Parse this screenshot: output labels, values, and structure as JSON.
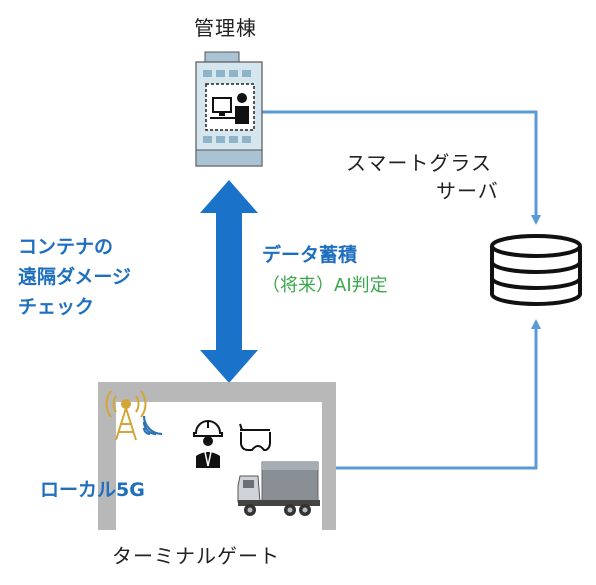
{
  "labels": {
    "admin_building": "管理棟",
    "smartglass_server_line1": "スマートグラス",
    "smartglass_server_line2": "サーバ",
    "container_check_line1": "コンテナの",
    "container_check_line2": "遠隔ダメージ",
    "container_check_line3": "チェック",
    "data_storage": "データ蓄積",
    "ai_judgement": "（将来）AI判定",
    "local_5g": "ローカル5G",
    "terminal_gate": "ターミナルゲート"
  },
  "icons": [
    "office-building-icon",
    "database-icon",
    "antenna-icon",
    "worker-icon",
    "smartglasses-icon",
    "truck-icon"
  ],
  "colors": {
    "connector_blue": "#5b9bd5",
    "double_arrow_blue": "#1a73c8",
    "gate_gray": "#b8b8b8",
    "label_blue": "#1f6fbf",
    "label_green": "#3aa84a",
    "antenna_gold": "#d4a537"
  }
}
